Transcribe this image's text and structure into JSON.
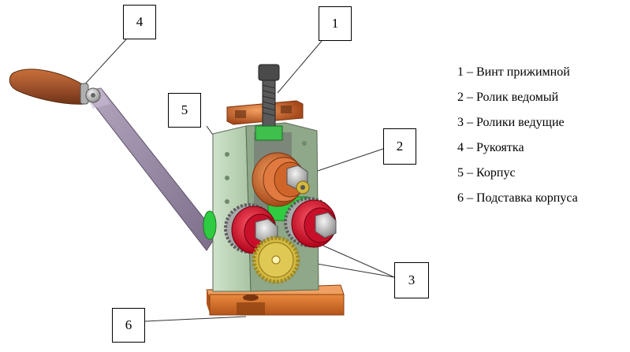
{
  "callouts": [
    {
      "id": "1",
      "label": "1"
    },
    {
      "id": "2",
      "label": "2"
    },
    {
      "id": "3",
      "label": "3"
    },
    {
      "id": "4",
      "label": "4"
    },
    {
      "id": "5",
      "label": "5"
    },
    {
      "id": "6",
      "label": "6"
    }
  ],
  "legend": {
    "items": [
      {
        "label": "1 – Винт прижимной"
      },
      {
        "label": "2 – Ролик ведомый"
      },
      {
        "label": "3 – Ролики ведущие"
      },
      {
        "label": "4 – Рукоятка"
      },
      {
        "label": "5 – Корпус"
      },
      {
        "label": "6 – Подставка корпуса"
      }
    ]
  },
  "colors": {
    "base": "#d2691e",
    "body": "#b9d4b4",
    "handle_grip": "#a0522d",
    "lever": "#9a8ca6",
    "roller_red": "#e01830",
    "gear_gold": "#d4b840",
    "gear_gray": "#a8a8a8",
    "screw": "#555555",
    "green_part": "#2ecc40"
  }
}
